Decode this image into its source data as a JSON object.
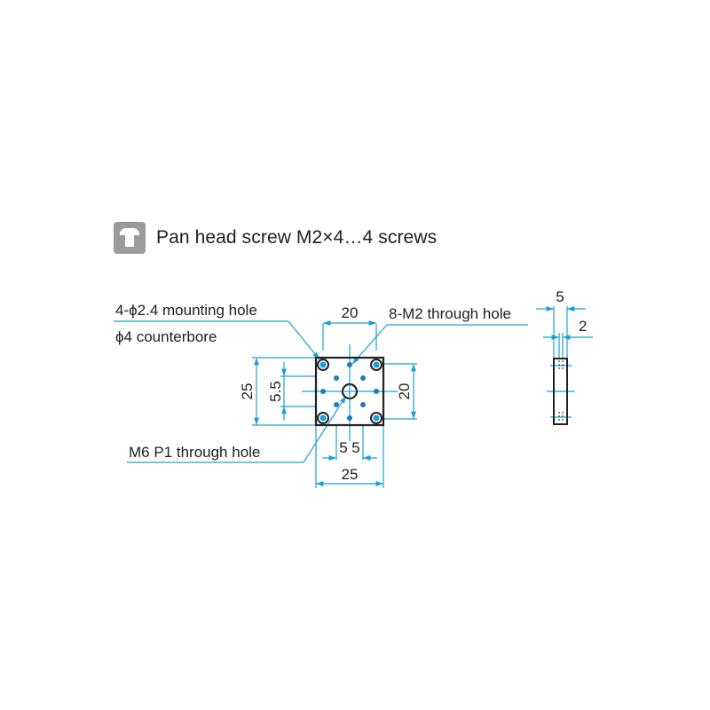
{
  "legend": {
    "icon": "pan-head-screw-icon",
    "text": "Pan head screw M2×4…4 screws"
  },
  "callouts": {
    "mounting_hole": "4-ϕ2.4 mounting hole",
    "counterbore": "ϕ4 counterbore",
    "m2_holes": "8-M2 through hole",
    "m6_hole": "M6 P1 through hole"
  },
  "dimensions": {
    "top_pitch": "20",
    "left_outer": "25",
    "left_inner": "5.5",
    "right_pitch": "20",
    "bottom_offset_a": "5",
    "bottom_offset_b": "5",
    "bottom_outer": "25",
    "side_width": "5",
    "side_offset": "2"
  },
  "colors": {
    "dimension_line": "#1aa0d8",
    "outline": "#222222",
    "icon_bg": "#9b9b9b"
  }
}
